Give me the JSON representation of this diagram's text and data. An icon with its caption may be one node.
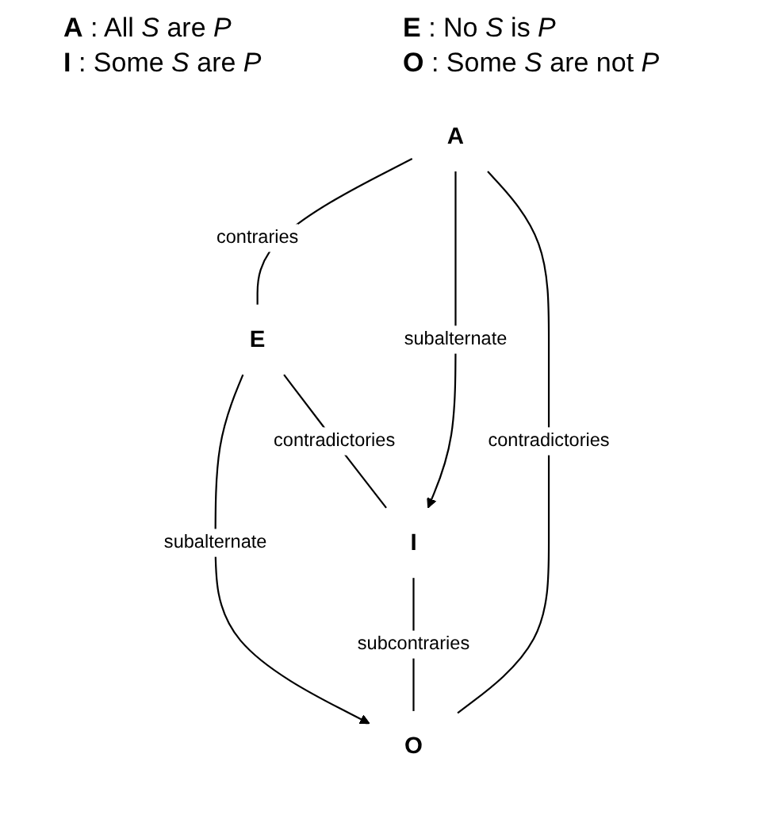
{
  "diagram": {
    "nodes": [
      {
        "text": [
          "A"
        ]
      },
      {
        "text": [
          "E"
        ]
      },
      {
        "text": [
          "I"
        ]
      },
      {
        "text": [
          "O"
        ]
      }
    ],
    "edges": [
      {
        "from": 0,
        "to": 1,
        "arrow": "none",
        "label": "contraries"
      },
      {
        "from": 0,
        "to": 2,
        "arrow": "to",
        "label": "subalternate"
      },
      {
        "from": 1,
        "to": 3,
        "arrow": "to",
        "label": "subalternate"
      },
      {
        "from": 2,
        "to": 3,
        "arrow": "none",
        "label": "subcontraries"
      },
      {
        "from": 0,
        "to": 3,
        "arrow": "none",
        "label": "contradictories"
      },
      {
        "from": 1,
        "to": 2,
        "arrow": "none",
        "label": "contradictories"
      }
    ],
    "labels": [
      "**A** : All *S* are *P*",
      "**E** : No *S* is *P*",
      "**I** : Some *S* are *P*",
      "**O** : Some *S* are not *P*"
    ]
  }
}
